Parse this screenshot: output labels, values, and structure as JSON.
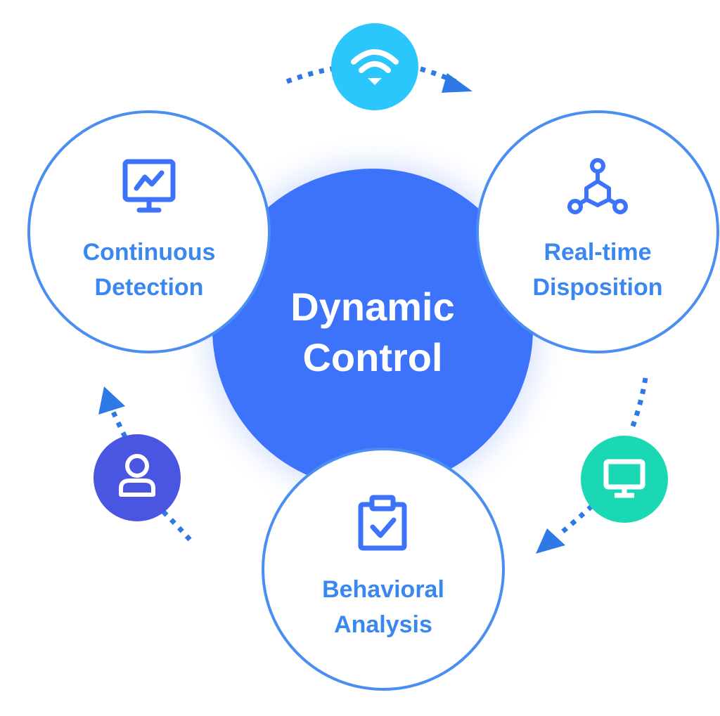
{
  "center": {
    "line1": "Dynamic",
    "line2": "Control",
    "color": "#3d72fb"
  },
  "nodes": [
    {
      "id": "continuous-detection",
      "line1": "Continuous",
      "line2": "Detection",
      "icon": "monitor-chart-icon"
    },
    {
      "id": "real-time-disposition",
      "line1": "Real-time",
      "line2": "Disposition",
      "icon": "network-nodes-icon"
    },
    {
      "id": "behavioral-analysis",
      "line1": "Behavioral",
      "line2": "Analysis",
      "icon": "clipboard-check-icon"
    }
  ],
  "connectors": [
    {
      "id": "wifi",
      "icon": "wifi-icon",
      "color": "#2bc6fb"
    },
    {
      "id": "desktop",
      "icon": "desktop-icon",
      "color": "#1bd8b4"
    },
    {
      "id": "user",
      "icon": "user-icon",
      "color": "#4a55e1"
    }
  ],
  "colors": {
    "accent": "#3d72fb",
    "node_border": "#4a8ef2",
    "node_text": "#3a87f0",
    "arrow": "#2f79e6"
  }
}
